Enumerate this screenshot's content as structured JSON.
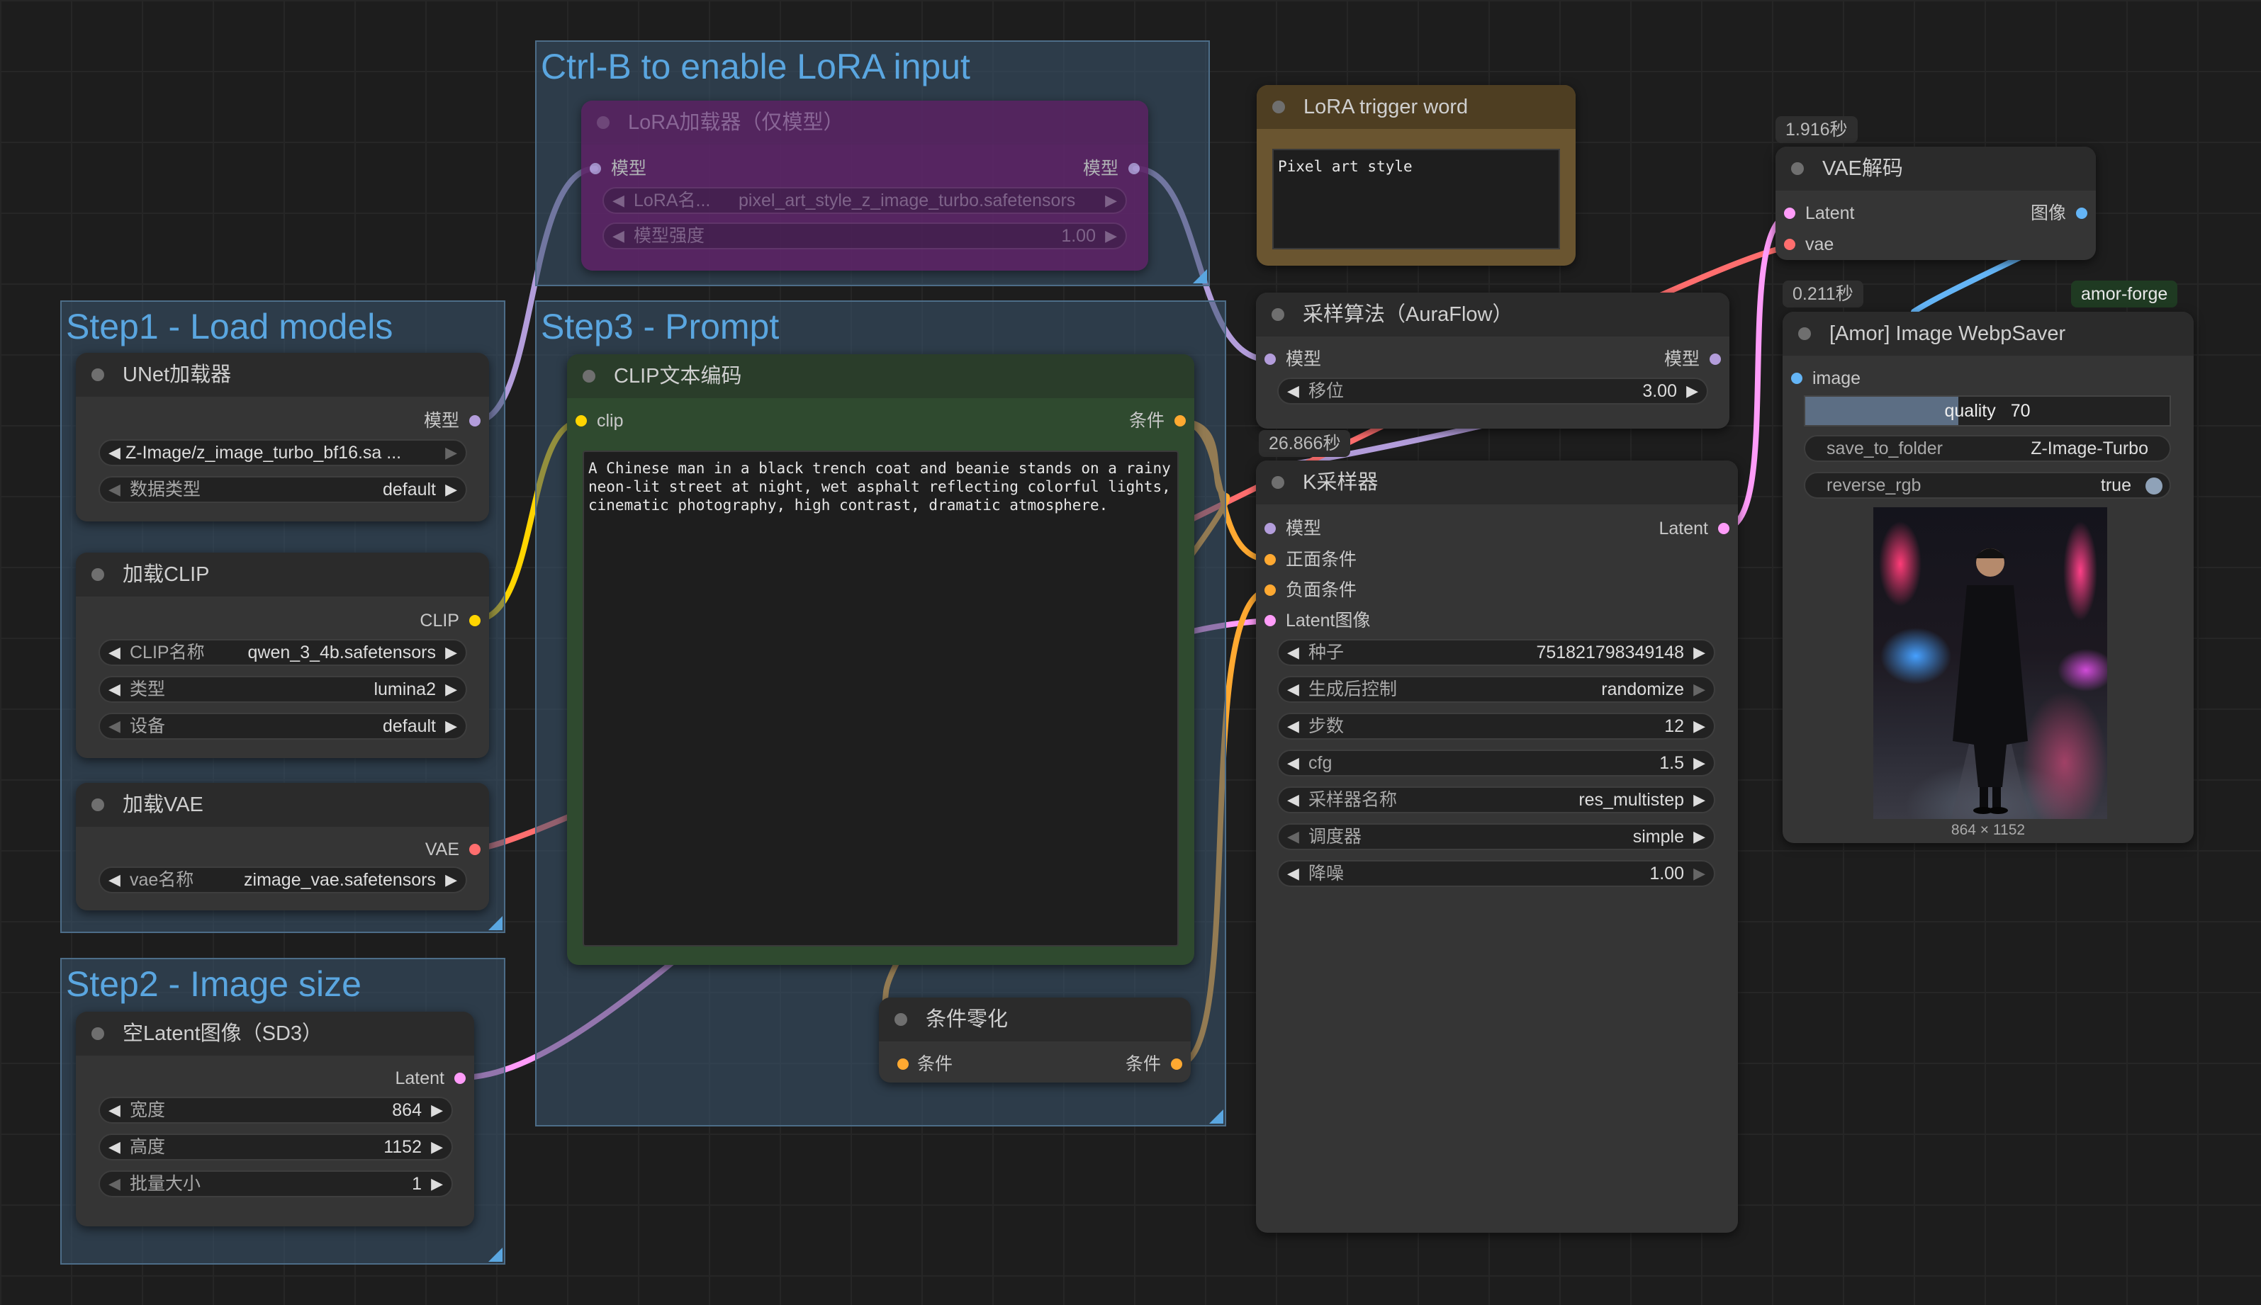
{
  "groups": {
    "lora": "Ctrl-B to enable LoRA input",
    "step1": "Step1 - Load models",
    "step2": "Step2 - Image size",
    "step3": "Step3 - Prompt"
  },
  "nodes": {
    "lora_loader": {
      "title": "LoRA加载器（仅模型）",
      "in_model": "模型",
      "out_model": "模型",
      "lora_name_label": "LoRA名...",
      "lora_name_value": "pixel_art_style_z_image_turbo.safetensors",
      "strength_label": "模型强度",
      "strength_value": "1.00"
    },
    "unet": {
      "title": "UNet加载器",
      "out_model": "模型",
      "unet_value": "Z-Image/z_image_turbo_bf16.sa ...",
      "dtype_label": "数据类型",
      "dtype_value": "default"
    },
    "clip_loader": {
      "title": "加载CLIP",
      "out_clip": "CLIP",
      "clip_name_label": "CLIP名称",
      "clip_name_value": "qwen_3_4b.safetensors",
      "type_label": "类型",
      "type_value": "lumina2",
      "device_label": "设备",
      "device_value": "default"
    },
    "vae_loader": {
      "title": "加载VAE",
      "out_vae": "VAE",
      "vae_name_label": "vae名称",
      "vae_name_value": "zimage_vae.safetensors"
    },
    "latent": {
      "title": "空Latent图像（SD3）",
      "out_latent": "Latent",
      "width_label": "宽度",
      "width_value": "864",
      "height_label": "高度",
      "height_value": "1152",
      "batch_label": "批量大小",
      "batch_value": "1"
    },
    "clip_encode": {
      "title": "CLIP文本编码",
      "in_clip": "clip",
      "out_cond": "条件",
      "prompt": "A Chinese man in a black trench coat and beanie stands on a rainy neon-lit street at night, wet asphalt reflecting colorful lights, cinematic photography, high contrast, dramatic atmosphere."
    },
    "cond_zero": {
      "title": "条件零化",
      "in_cond": "条件",
      "out_cond": "条件"
    },
    "trigger": {
      "title": "LoRA trigger word",
      "text": "Pixel art style"
    },
    "sampling": {
      "title": "采样算法（AuraFlow）",
      "in_model": "模型",
      "out_model": "模型",
      "shift_label": "移位",
      "shift_value": "3.00"
    },
    "ksampler": {
      "title": "K采样器",
      "time": "26.866秒",
      "in_model": "模型",
      "in_pos": "正面条件",
      "in_neg": "负面条件",
      "in_latent": "Latent图像",
      "out_latent": "Latent",
      "seed_label": "种子",
      "seed_value": "751821798349148",
      "control_label": "生成后控制",
      "control_value": "randomize",
      "steps_label": "步数",
      "steps_value": "12",
      "cfg_label": "cfg",
      "cfg_value": "1.5",
      "sampler_label": "采样器名称",
      "sampler_value": "res_multistep",
      "scheduler_label": "调度器",
      "scheduler_value": "simple",
      "denoise_label": "降噪",
      "denoise_value": "1.00"
    },
    "vae_decode": {
      "title": "VAE解码",
      "time": "1.916秒",
      "in_latent": "Latent",
      "in_vae": "vae",
      "out_image": "图像"
    },
    "webp_saver": {
      "title": "[Amor] Image WebpSaver",
      "time": "0.211秒",
      "badge": "amor-forge",
      "in_image": "image",
      "quality_label": "quality",
      "quality_value": "70",
      "quality_fraction": 0.42,
      "folder_label": "save_to_folder",
      "folder_value": "Z-Image-Turbo",
      "rgb_label": "reverse_rgb",
      "rgb_value": "true",
      "dims": "864 × 1152"
    }
  },
  "colors": {
    "model": "#b39ddb",
    "clip": "#ffd500",
    "vae": "#ff6e6e",
    "latent": "#ff9cf9",
    "cond": "#ffa931",
    "image": "#64b5f6",
    "group": "#5aa6e0",
    "node_bg": "#353535"
  }
}
